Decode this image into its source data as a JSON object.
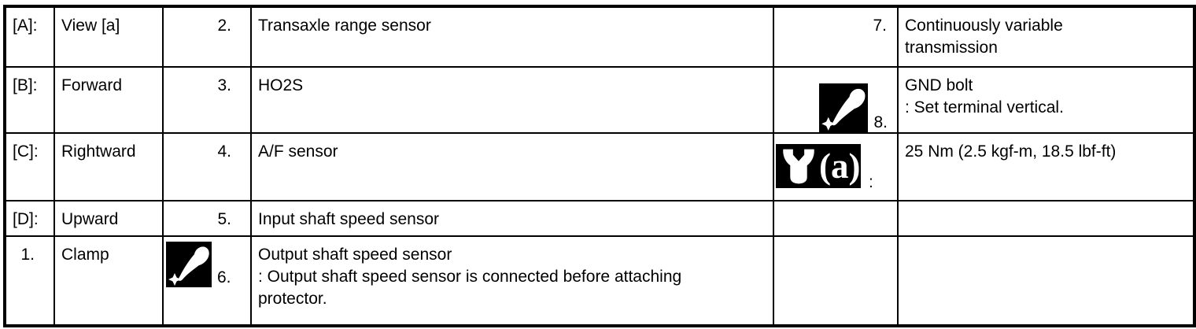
{
  "colors": {
    "ink": "#000000",
    "paper": "#ffffff"
  },
  "icons": {
    "caution_note": "caution-exclamation-icon",
    "torque_wrench": "torque-wrench-icon"
  },
  "table": {
    "rows": [
      {
        "ref": "[A]:",
        "ref_desc": "View [a]",
        "num_a": "2.",
        "desc_a": "Transaxle range sensor",
        "num_b": "7.",
        "desc_b": [
          "Continuously variable",
          "transmission"
        ]
      },
      {
        "ref": "[B]:",
        "ref_desc": "Forward",
        "num_a": "3.",
        "desc_a": "HO2S",
        "num_b": "8.",
        "desc_b": [
          "GND bolt",
          ": Set terminal vertical."
        ]
      },
      {
        "ref": "[C]:",
        "ref_desc": "Rightward",
        "num_a": "4.",
        "desc_a": "A/F sensor",
        "wrench_label": "(a)",
        "wrench_colon": ":",
        "desc_b": "25 Nm (2.5 kgf-m, 18.5 lbf-ft)"
      },
      {
        "ref": "[D]:",
        "ref_desc": "Upward",
        "num_a": "5.",
        "desc_a": "Input shaft speed sensor",
        "num_b": "",
        "desc_b": ""
      },
      {
        "ref": "1.",
        "ref_desc": "Clamp",
        "num_a": "6.",
        "desc_a": [
          "Output shaft speed sensor",
          ": Output shaft speed sensor is connected before attaching",
          "protector."
        ],
        "num_b": "",
        "desc_b": ""
      }
    ]
  }
}
